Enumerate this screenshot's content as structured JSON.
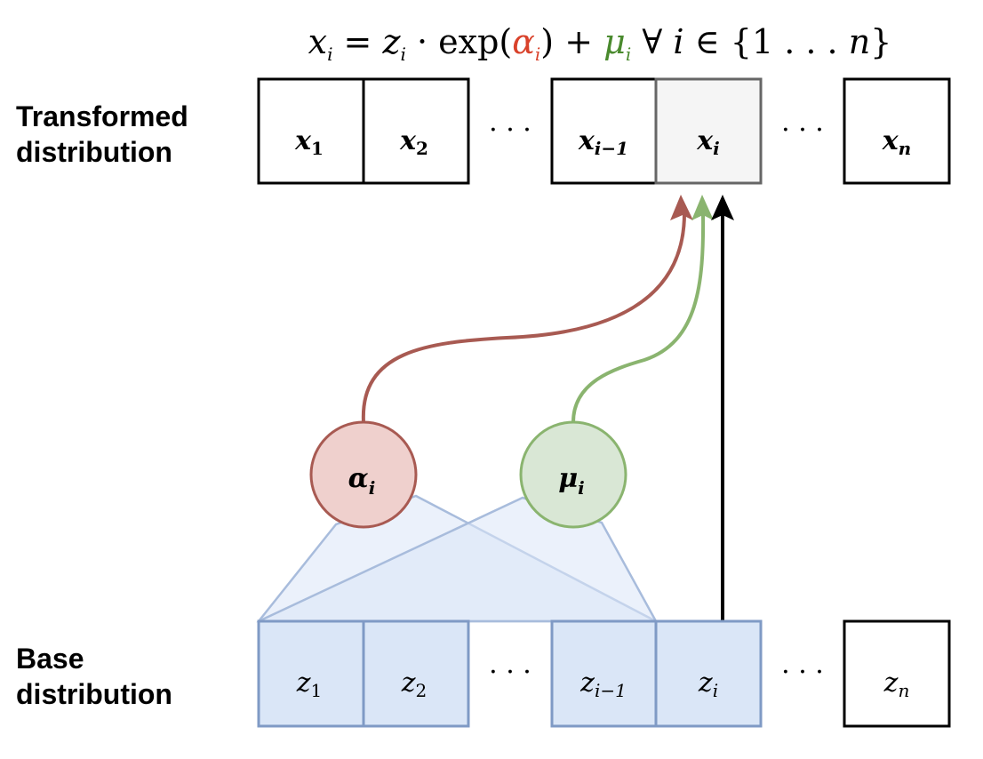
{
  "formula": {
    "lhs_var": "x",
    "lhs_sub": "i",
    "eq": " = ",
    "z_var": "z",
    "z_sub": "i",
    "dot_exp": " · exp(",
    "alpha_var": "α",
    "alpha_sub": "i",
    "close_plus": ") + ",
    "mu_var": "μ",
    "mu_sub": "i",
    "forall": "  ∀ ",
    "i_var": "i",
    "in_set": " ∈ {1 . . . ",
    "n_var": "n",
    "close_brace": "}"
  },
  "labels": {
    "transformed_line1": "Transformed",
    "transformed_line2": "distribution",
    "base_line1": "Base",
    "base_line2": "distribution"
  },
  "top_row": {
    "cells": [
      {
        "var": "x",
        "sub": "1"
      },
      {
        "var": "x",
        "sub": "2"
      },
      {
        "var": "x",
        "sub": "i−1"
      },
      {
        "var": "x",
        "sub": "i"
      },
      {
        "var": "x",
        "sub": "n"
      }
    ],
    "ellipsis": "· · ·"
  },
  "bottom_row": {
    "cells": [
      {
        "var": "z",
        "sub": "1"
      },
      {
        "var": "z",
        "sub": "2"
      },
      {
        "var": "z",
        "sub": "i−1"
      },
      {
        "var": "z",
        "sub": "i"
      },
      {
        "var": "z",
        "sub": "n"
      }
    ],
    "ellipsis": "· · ·"
  },
  "nodes": {
    "alpha": {
      "var": "α",
      "sub": "i"
    },
    "mu": {
      "var": "μ",
      "sub": "i"
    }
  },
  "colors": {
    "alpha_text": "#d9422b",
    "mu_text": "#4a8a2e",
    "alpha_fill": "#efd0cd",
    "alpha_stroke": "#a85a52",
    "mu_fill": "#d9e7d5",
    "mu_stroke": "#8ab46f",
    "base_fill": "#dae6f7",
    "base_stroke": "#7f9ac5",
    "highlight_fill": "#f5f5f5",
    "highlight_stroke": "#666666"
  }
}
